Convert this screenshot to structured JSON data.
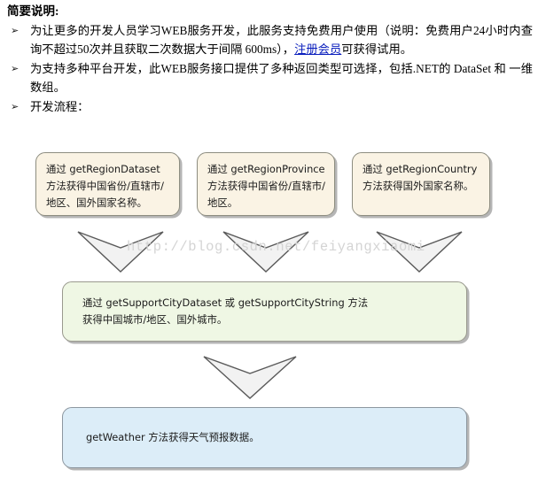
{
  "document": {
    "heading": "简要说明:",
    "bullet_marker": "➢",
    "bullets": [
      {
        "id": "bullet-free-user",
        "text_before_link": "为让更多的开发人员学习WEB服务开发，此服务支持免费用户使用（说明：免费用户24小时内查询不超过50次并且获取二次数据大于间隔 600ms），",
        "link_text": "注册会员",
        "text_after_link": "可获得试用。"
      },
      {
        "id": "bullet-multi-platform",
        "text": "为支持多种平台开发，此WEB服务接口提供了多种返回类型可选择，包括.NET的 DataSet 和 一维数组。"
      },
      {
        "id": "bullet-dev-flow",
        "text": "开发流程："
      }
    ]
  },
  "flowchart": {
    "nodes": [
      {
        "id": "node-region-dataset",
        "color": "cream",
        "lines": [
          "通过 getRegionDataset",
          "方法获得中国省份/直辖市/",
          "地区、国外国家名称。"
        ]
      },
      {
        "id": "node-region-province",
        "color": "cream",
        "lines": [
          "通过 getRegionProvince",
          "方法获得中国省份/直辖市/",
          "地区。"
        ]
      },
      {
        "id": "node-region-country",
        "color": "cream",
        "lines": [
          "通过 getRegionCountry",
          "方法获得国外国家名称。"
        ]
      },
      {
        "id": "node-support-city",
        "color": "green",
        "lines": [
          "通过 getSupportCityDataset 或 getSupportCityString 方法",
          "获得中国城市/地区、国外城市。"
        ]
      },
      {
        "id": "node-get-weather",
        "color": "blue",
        "lines": [
          "getWeather 方法获得天气预报数据。"
        ]
      }
    ],
    "arrow_count": 4,
    "arrow_direction": "down",
    "colors": {
      "cream_fill": "#faf3e4",
      "green_fill": "#eff7e4",
      "blue_fill": "#dcedf8",
      "node_border": "#9a9a8e",
      "arrow_fill": "#f2f2f2",
      "arrow_stroke": "#555555",
      "link": "#0b1fbd"
    }
  },
  "watermark": {
    "text": "http://blog.csdn.net/feiyangxiaomi"
  }
}
